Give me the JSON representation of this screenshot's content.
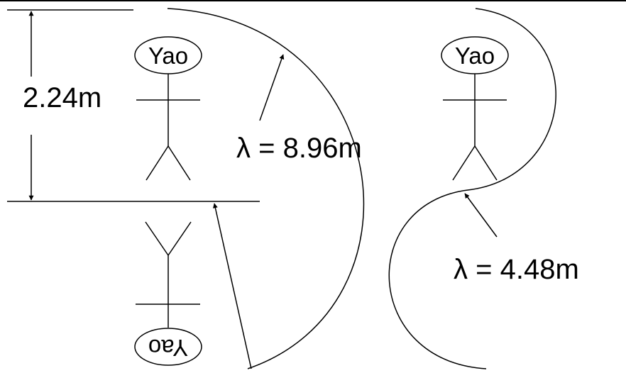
{
  "labels": {
    "height": "2.24m",
    "wavelength_long": "λ = 8.96m",
    "wavelength_short": "λ = 4.48m"
  },
  "figures": {
    "left_upright_name": "Yao",
    "left_inverted_name": "Yao",
    "right_upright_name": "Yao"
  }
}
